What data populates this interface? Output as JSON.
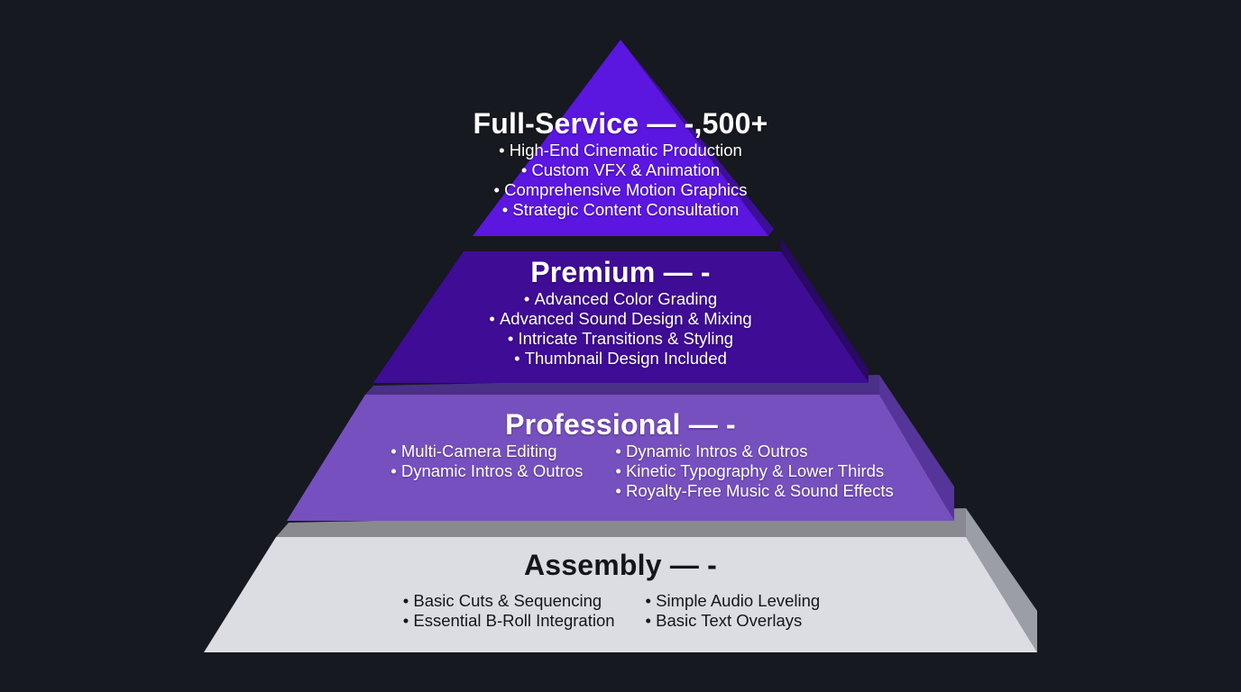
{
  "tiers": [
    {
      "key": "full_service",
      "title": "Full-Service — -,500+",
      "color": "#5b16e0",
      "side_color": "#3c0e9a",
      "text_style": "light",
      "columns": [
        [
          "High-End Cinematic Production",
          "Custom VFX & Animation",
          "Comprehensive Motion Graphics",
          "Strategic Content Consultation"
        ]
      ]
    },
    {
      "key": "premium",
      "title": "Premium — -",
      "color": "#3f0c96",
      "side_color": "#2a0866",
      "text_style": "light",
      "columns": [
        [
          "Advanced Color Grading",
          "Advanced Sound Design & Mixing",
          "Intricate Transitions & Styling",
          "Thumbnail Design Included"
        ]
      ]
    },
    {
      "key": "professional",
      "title": "Professional — -",
      "color": "#7750bf",
      "side_color": "#55359a",
      "text_style": "light",
      "columns": [
        [
          "Multi-Camera Editing",
          "Dynamic Intros & Outros"
        ],
        [
          "Dynamic Intros & Outros",
          "Kinetic Typography & Lower Thirds",
          "Royalty-Free Music & Sound Effects"
        ]
      ]
    },
    {
      "key": "assembly",
      "title": "Assembly — -",
      "color": "#dcdde3",
      "side_color": "#9c9ea6",
      "text_style": "dark",
      "columns": [
        [
          "Basic Cuts & Sequencing",
          "Essential B-Roll Integration"
        ],
        [
          "Simple Audio Leveling",
          "Basic Text Overlays"
        ]
      ]
    }
  ]
}
